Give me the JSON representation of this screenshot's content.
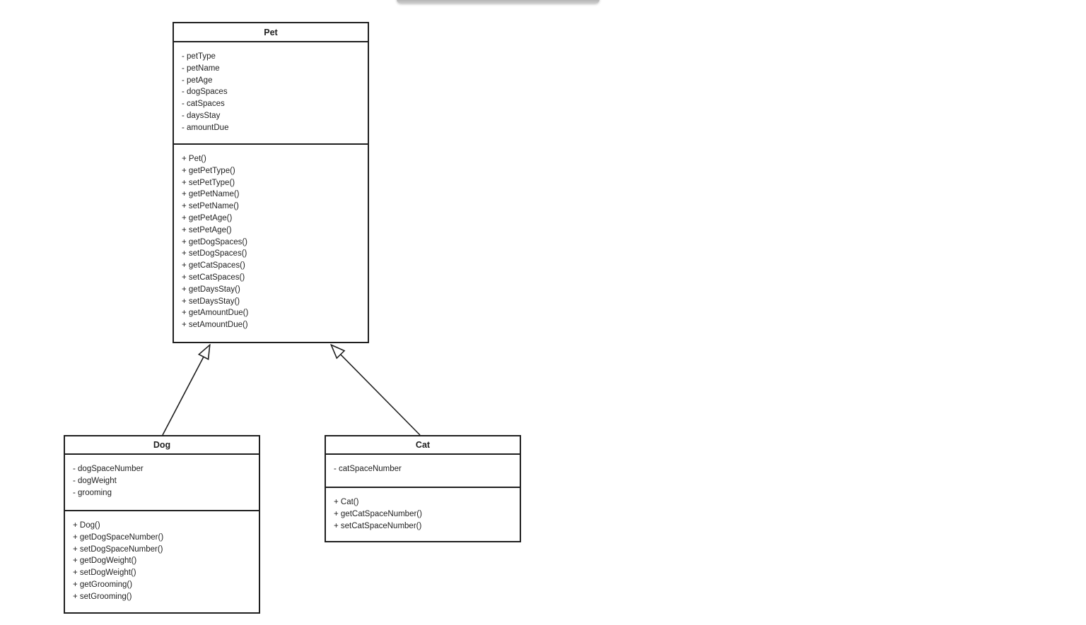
{
  "diagram": {
    "type": "uml-class-diagram",
    "background_color": "#ffffff",
    "line_color": "#1f1f1f",
    "text_color": "#1f1f1f",
    "toolbar_shadow_color": "#8e8e8e"
  },
  "classes": [
    {
      "id": "pet",
      "title": "Pet",
      "attributes": [
        "- petType",
        "- petName",
        "- petAge",
        "- dogSpaces",
        "- catSpaces",
        "- daysStay",
        "- amountDue"
      ],
      "methods": [
        "+ Pet()",
        "+ getPetType()",
        "+ setPetType()",
        "+ getPetName()",
        "+ setPetName()",
        "+ getPetAge()",
        "+ setPetAge()",
        "+ getDogSpaces()",
        "+ setDogSpaces()",
        "+ getCatSpaces()",
        "+ setCatSpaces()",
        "+ getDaysStay()",
        "+ setDaysStay()",
        "+ getAmountDue()",
        "+ setAmountDue()"
      ]
    },
    {
      "id": "dog",
      "title": "Dog",
      "attributes": [
        "- dogSpaceNumber",
        "- dogWeight",
        "- grooming"
      ],
      "methods": [
        "+ Dog()",
        "+ getDogSpaceNumber()",
        "+ setDogSpaceNumber()",
        "+ getDogWeight()",
        "+ setDogWeight()",
        "+ getGrooming()",
        "+ setGrooming()"
      ]
    },
    {
      "id": "cat",
      "title": "Cat",
      "attributes": [
        "- catSpaceNumber"
      ],
      "methods": [
        "+ Cat()",
        "+ getCatSpaceNumber()",
        "+ setCatSpaceNumber()"
      ]
    }
  ],
  "relationships": [
    {
      "type": "inheritance",
      "from": "Dog",
      "to": "Pet"
    },
    {
      "type": "inheritance",
      "from": "Cat",
      "to": "Pet"
    }
  ]
}
